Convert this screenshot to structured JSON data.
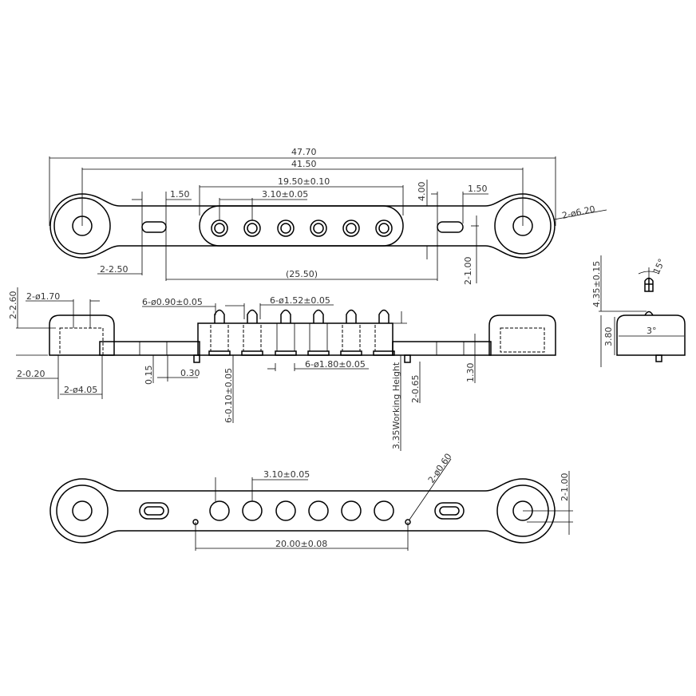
{
  "top_view": {
    "overall_length": "47.70",
    "hole_spacing": "41.50",
    "body_length": "19.50±0.10",
    "pitch": "3.10±0.05",
    "slot_width_left": "1.50",
    "slot_width_right": "1.50",
    "body_width": "4.00",
    "end_diameter": "2-ø6.20",
    "slot_length": "2-2.50",
    "slot_spacing": "(25.50)",
    "slot_offset": "2-1.00"
  },
  "side_view": {
    "end_height": "2-2.60",
    "end_hole_dia": "2-ø1.70",
    "pin_tip_dia": "6-ø0.90±0.05",
    "pin_dia": "6-ø1.52±0.05",
    "end_gap": "2-0.20",
    "end_recess_dia": "2-ø4.05",
    "plate_step": "0.15",
    "plate_gap": "0.30",
    "pin_flange": "6-0.10±0.05",
    "flange_dia": "6-ø1.80±0.05",
    "working_height": "3.35Working  Height",
    "peg_height": "2-0.65",
    "plate_thickness": "1.30"
  },
  "end_view": {
    "total_height": "4.35±0.15",
    "tip_angle": "15°",
    "body_height": "3.80",
    "draft_angle": "3°"
  },
  "bottom_view": {
    "pitch": "3.10±0.05",
    "locator_dia": "2-ø0.60",
    "locator_offset": "2-1.00",
    "locator_spacing": "20.00±0.08"
  }
}
